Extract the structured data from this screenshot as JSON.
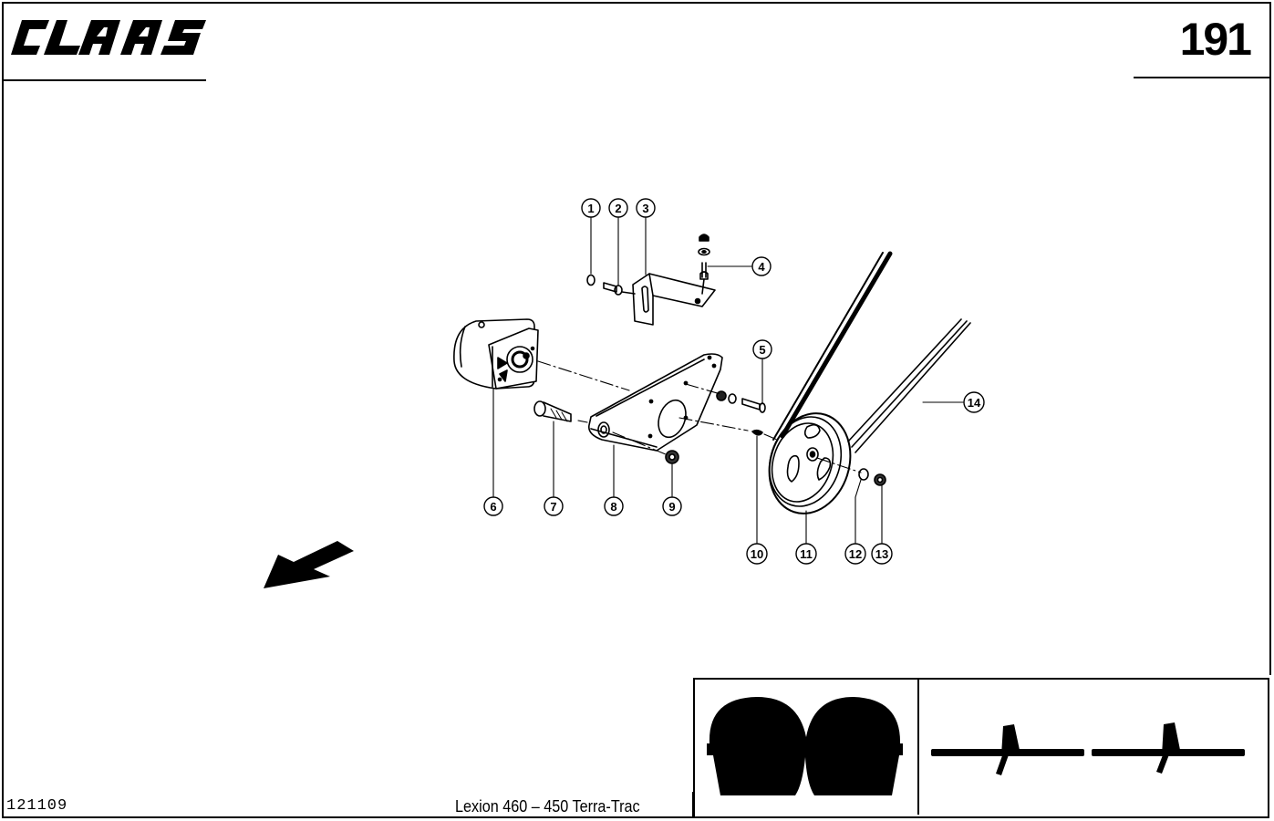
{
  "header": {
    "brand": "CLAAS",
    "page_number": "191"
  },
  "footer": {
    "document_code": "121109",
    "model": "Lexion 460 – 450 Terra-Trac"
  },
  "diagram": {
    "title_icon": "direction-arrow-icon",
    "callouts": [
      {
        "id": "1",
        "part": "washer"
      },
      {
        "id": "2",
        "part": "bolt"
      },
      {
        "id": "3",
        "part": "bracket"
      },
      {
        "id": "4",
        "part": "screw-washer-nut"
      },
      {
        "id": "5",
        "part": "bolt"
      },
      {
        "id": "6",
        "part": "hydraulic-motor"
      },
      {
        "id": "7",
        "part": "bolt"
      },
      {
        "id": "8",
        "part": "mounting-plate"
      },
      {
        "id": "9",
        "part": "nut"
      },
      {
        "id": "10",
        "part": "key"
      },
      {
        "id": "11",
        "part": "pulley"
      },
      {
        "id": "12",
        "part": "washer"
      },
      {
        "id": "13",
        "part": "nut"
      },
      {
        "id": "14",
        "part": "v-belt"
      }
    ]
  },
  "inset": {
    "left_icon": "twin-drum-icon",
    "right_icon": "knife-section-icon"
  }
}
